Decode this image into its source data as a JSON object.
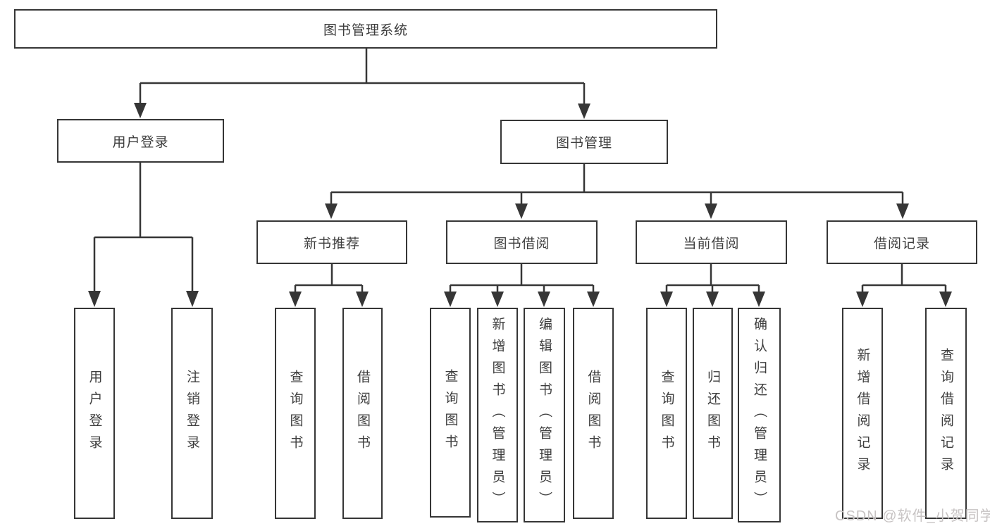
{
  "root": {
    "label": "图书管理系统"
  },
  "branches": [
    {
      "label": "用户登录",
      "leaves": [
        {
          "label": "用户登录"
        },
        {
          "label": "注销登录"
        }
      ]
    },
    {
      "label": "图书管理",
      "groups": [
        {
          "label": "新书推荐",
          "leaves": [
            {
              "label": "查询图书"
            },
            {
              "label": "借阅图书"
            }
          ]
        },
        {
          "label": "图书借阅",
          "leaves": [
            {
              "label": "查询图书"
            },
            {
              "label": "新增图书（管理员）"
            },
            {
              "label": "编辑图书（管理员）"
            },
            {
              "label": "借阅图书"
            }
          ]
        },
        {
          "label": "当前借阅",
          "leaves": [
            {
              "label": "查询图书"
            },
            {
              "label": "归还图书"
            },
            {
              "label": "确认归还（管理员）"
            }
          ]
        },
        {
          "label": "借阅记录",
          "leaves": [
            {
              "label": "新增借阅记录"
            },
            {
              "label": "查询借阅记录"
            }
          ]
        }
      ]
    }
  ],
  "watermark": {
    "text": "CSDN @软件_小贺同学"
  },
  "colors": {
    "line": "#363636",
    "text": "#3d3d3d",
    "background": "#ffffff",
    "watermark": "#c7c3c3"
  }
}
